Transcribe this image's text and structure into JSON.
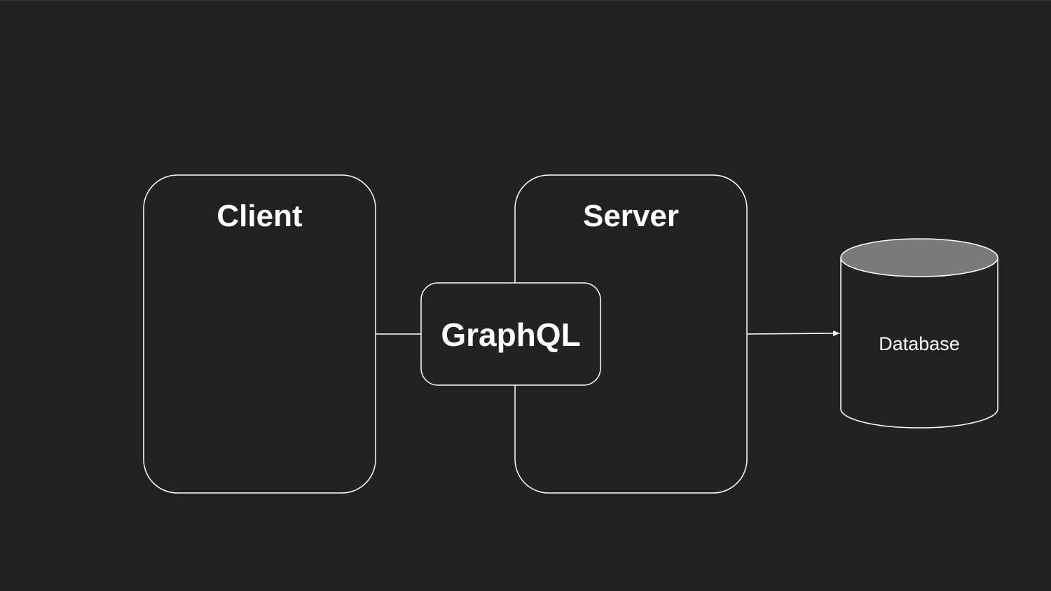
{
  "diagram": {
    "nodes": {
      "client": {
        "label": "Client"
      },
      "server": {
        "label": "Server"
      },
      "graphql": {
        "label": "GraphQL"
      },
      "database": {
        "label": "Database"
      }
    },
    "edges": [
      {
        "from": "client",
        "to": "graphql"
      },
      {
        "from": "server",
        "to": "database"
      }
    ],
    "colors": {
      "background": "#222222",
      "stroke": "#ffffff",
      "text": "#ffffff",
      "database_top": "#7a7a7a"
    }
  }
}
